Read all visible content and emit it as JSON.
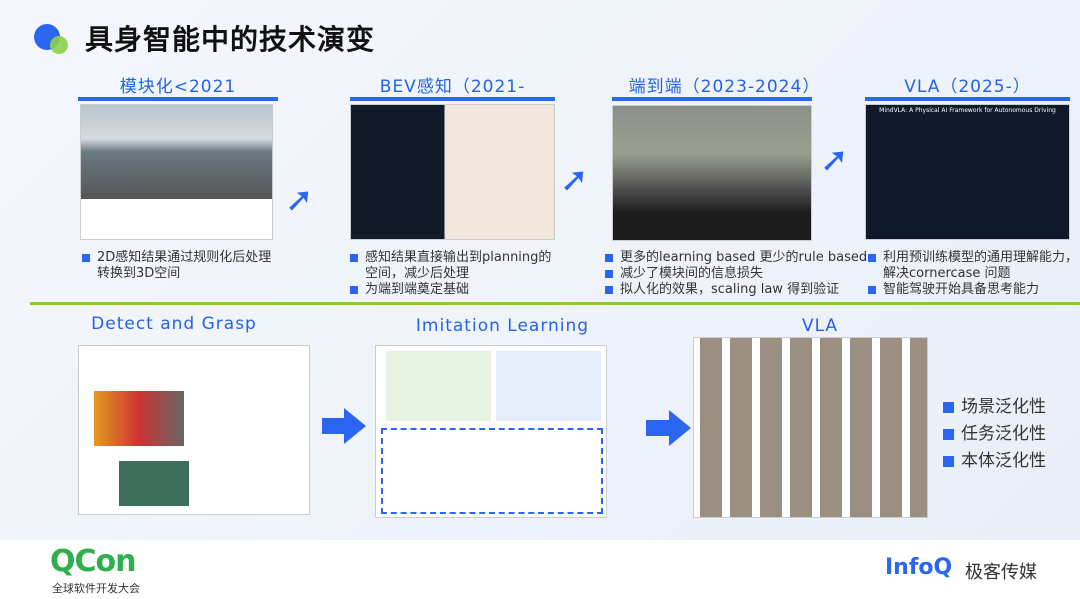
{
  "title": "具身智能中的技术演变",
  "top_sections": [
    {
      "heading": "模块化<2021",
      "bullets": [
        "2D感知结果通过规则化后处理转换到3D空间"
      ]
    },
    {
      "heading": "BEV感知（2021-",
      "bullets": [
        "感知结果直接输出到planning的空间，减少后处理",
        "为端到端奠定基础"
      ]
    },
    {
      "heading": "端到端（2023-2024）",
      "bullets": [
        "更多的learning based 更少的rule based",
        "减少了模块间的信息损失",
        "拟人化的效果，scaling law 得到验证"
      ]
    },
    {
      "heading": "VLA（2025-）",
      "image_caption": "MindVLA: A Physical AI Framework for Autonomous Driving",
      "bullets": [
        "利用预训练模型的通用理解能力，解决cornercase 问题",
        "智能驾驶开始具备思考能力"
      ]
    }
  ],
  "bottom_sections": [
    {
      "heading": "Detect and Grasp"
    },
    {
      "heading": "Imitation Learning"
    },
    {
      "heading": "VLA"
    }
  ],
  "generalization": [
    "场景泛化性",
    "任务泛化性",
    "本体泛化性"
  ],
  "footer": {
    "qcon": "QCon",
    "qcon_sub": "全球软件开发大会",
    "infoq": "InfoQ",
    "infoq_cn": "极客传媒"
  },
  "colors": {
    "accent": "#2a66f2",
    "green": "#8cc63f"
  }
}
